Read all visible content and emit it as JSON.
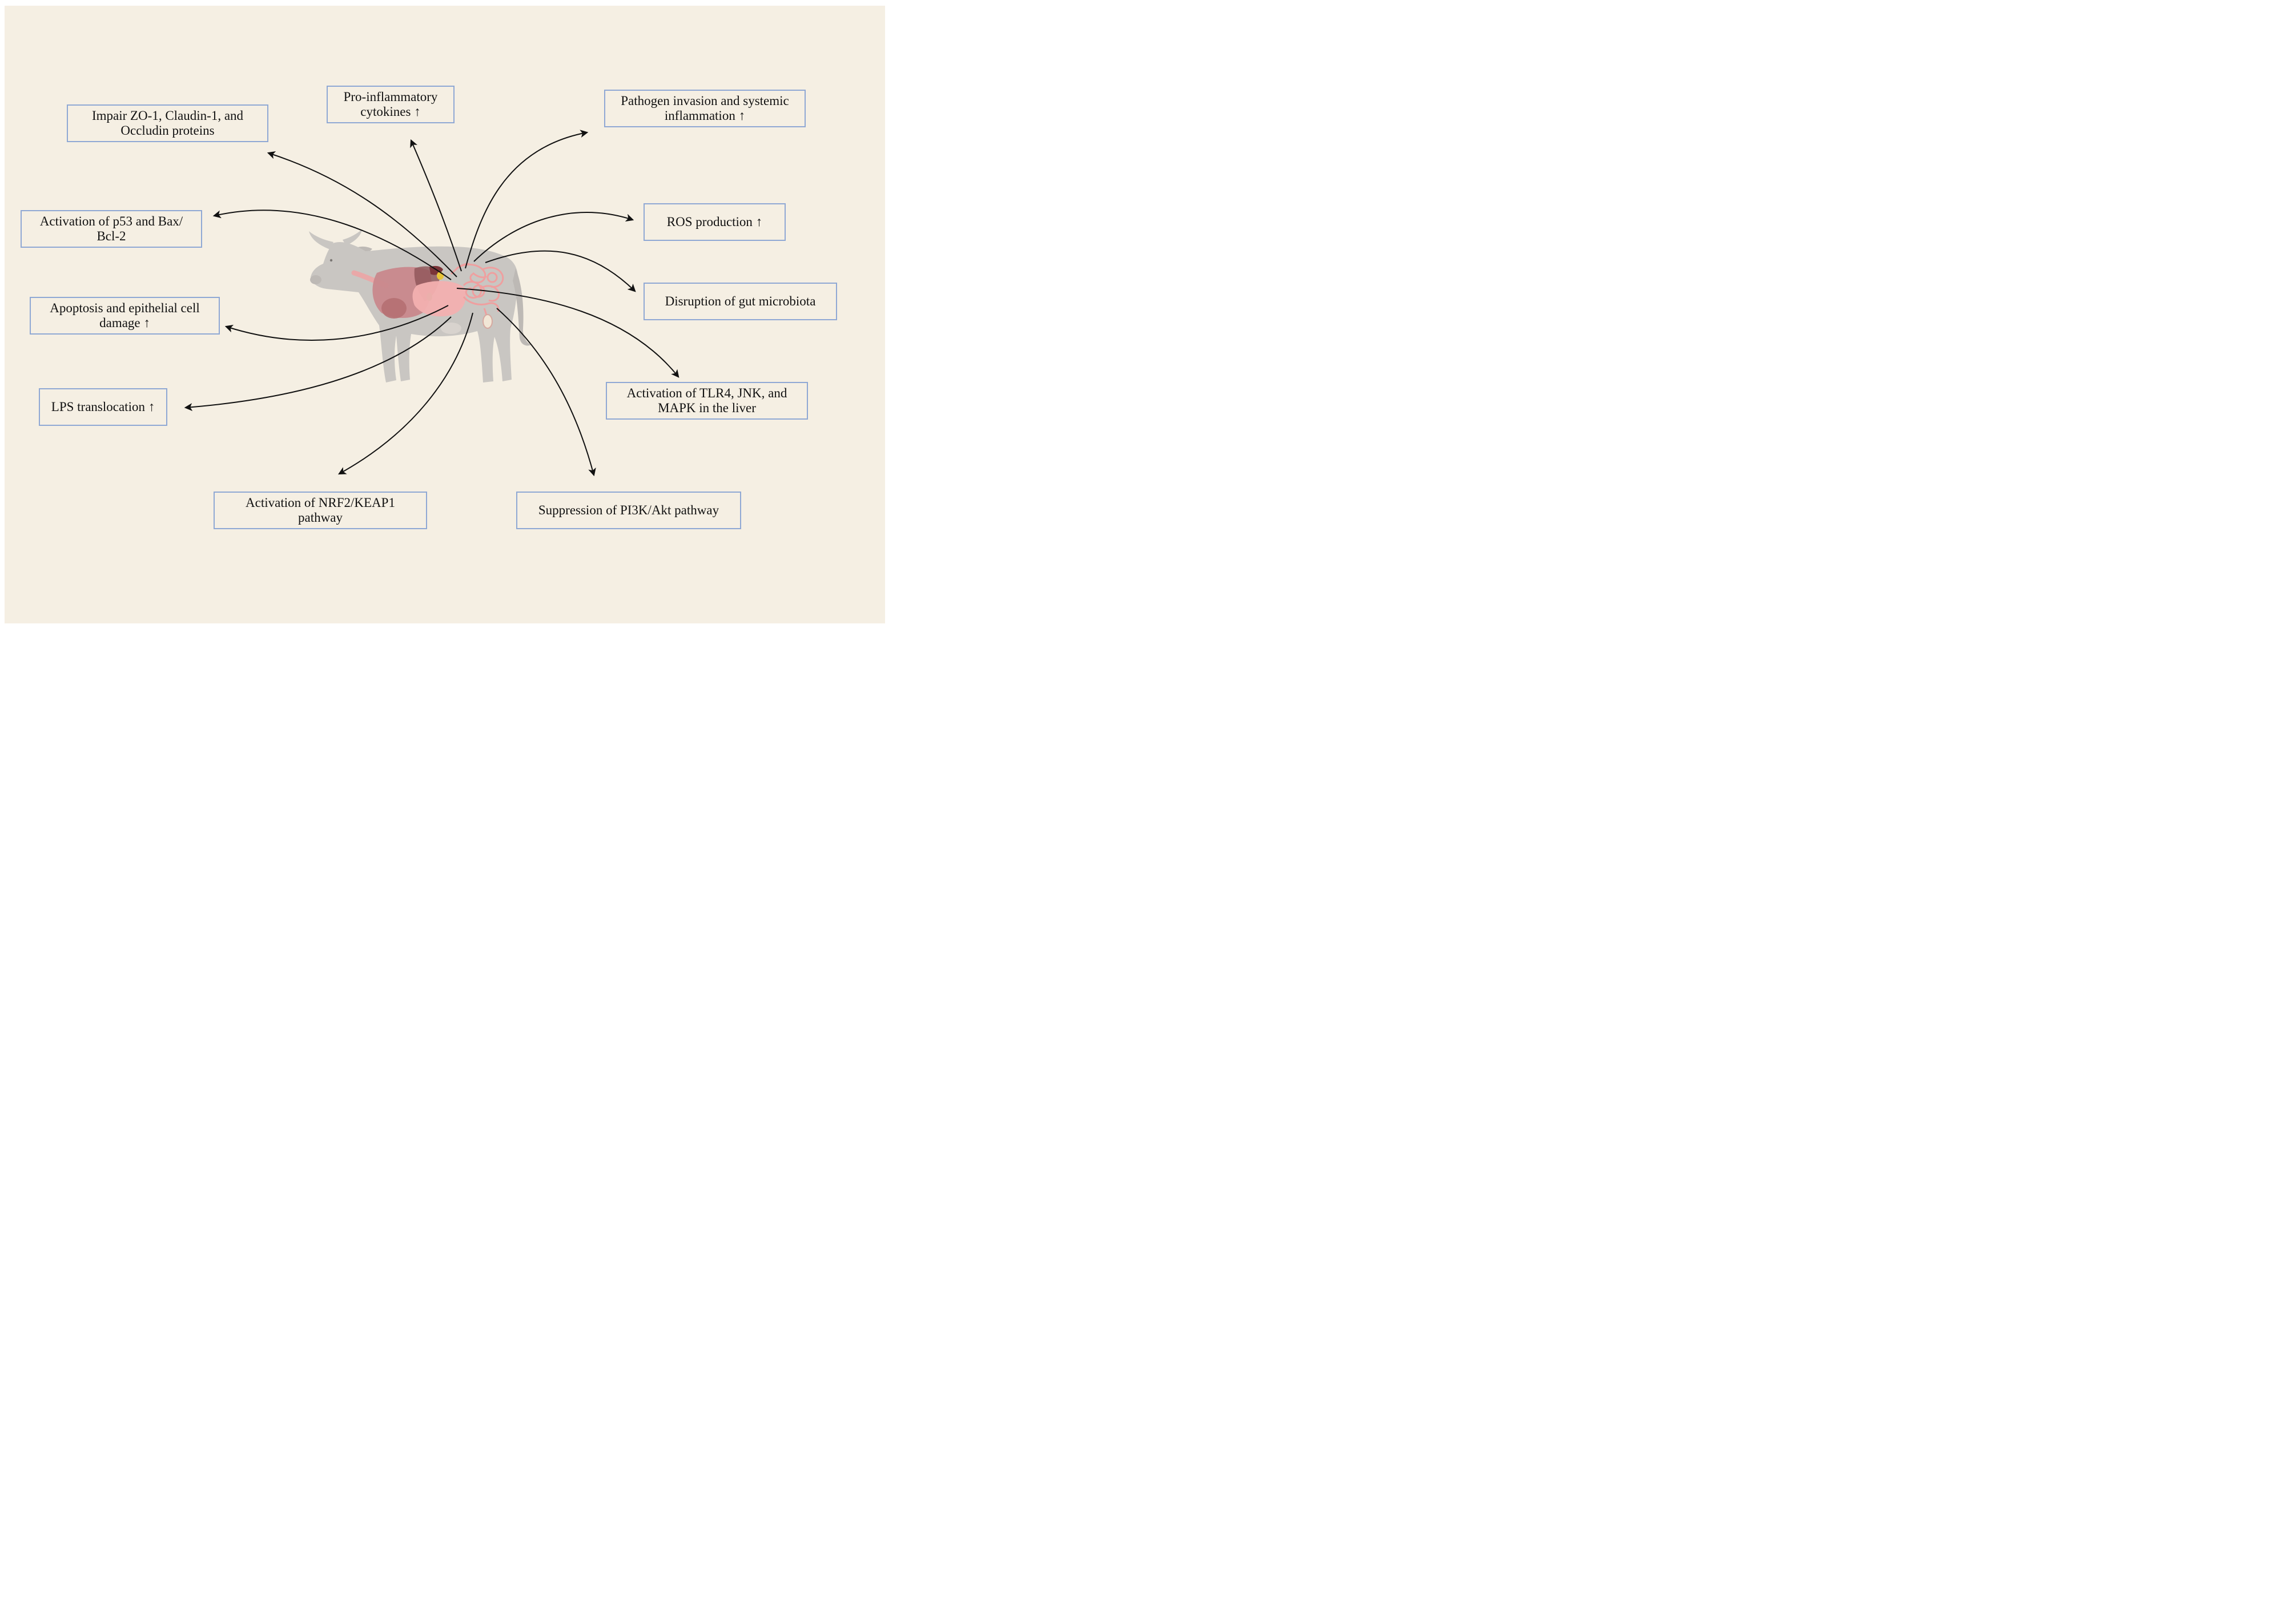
{
  "colors": {
    "background": "#f5efe3",
    "box_border": "#8fa8d4",
    "arrow": "#111111",
    "cow_body": "#c9c6c2",
    "organ_pink": "#f0a3a3",
    "organ_dark": "#b56f72"
  },
  "boxes": {
    "tight_junction": "Impair ZO-1, Claudin-1, and\nOccludin proteins",
    "cytokines": "Pro-inflammatory\ncytokines ↑",
    "pathogen": "Pathogen invasion and systemic\ninflammation  ↑",
    "p53": "Activation of p53 and Bax/\nBcl-2",
    "ros": "ROS production ↑",
    "apoptosis": "Apoptosis and epithelial cell\ndamage ↑",
    "microbiota": "Disruption of gut microbiota",
    "lps": "LPS translocation ↑",
    "tlr4": "Activation of TLR4, JNK, and\nMAPK in the liver",
    "nrf2": "Activation of NRF2/KEAP1\npathway",
    "pi3k": "Suppression of PI3K/Akt pathway"
  }
}
